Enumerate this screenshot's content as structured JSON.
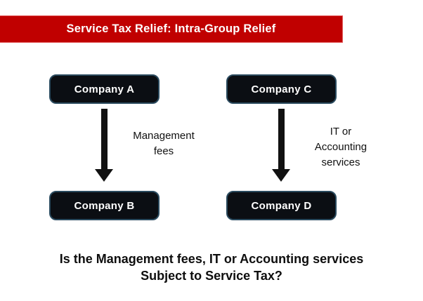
{
  "slide": {
    "title": "Service Tax Relief: Intra-Group Relief"
  },
  "colors": {
    "banner_red": "#c00000",
    "box_black": "#0b0e13",
    "box_border": "#2a4a5e",
    "arrow_black": "#111111",
    "text_black": "#111111",
    "title_text": "#ffffff",
    "box_text": "#ffffff"
  },
  "boxes": {
    "company_a": "Company A",
    "company_b": "Company B",
    "company_c": "Company C",
    "company_d": "Company D"
  },
  "flow_labels": {
    "left": {
      "lines": [
        "Management",
        "fees"
      ]
    },
    "right": {
      "lines": [
        "IT or",
        "Accounting",
        "services"
      ]
    }
  },
  "question": {
    "lines": [
      "Is the Management fees, IT or Accounting services",
      "Subject to Service Tax?"
    ]
  }
}
